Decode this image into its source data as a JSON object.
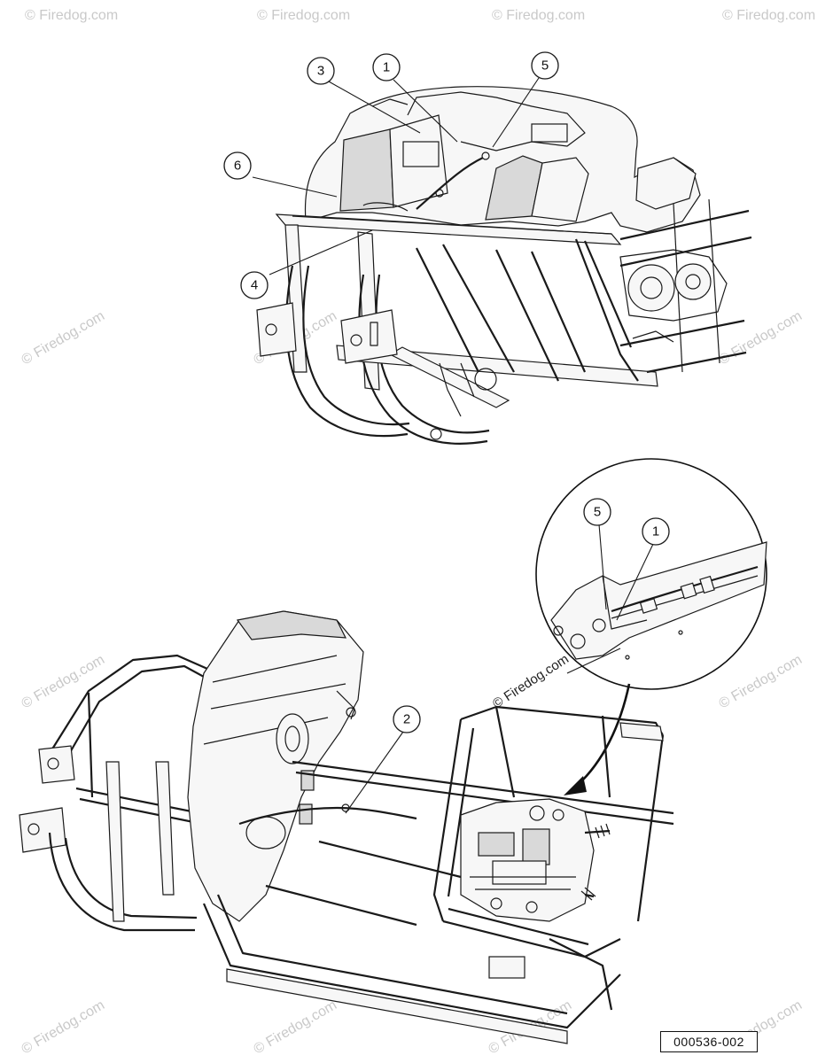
{
  "reference_number": "000536-002",
  "watermark": "© Firedog.com",
  "callouts_top": [
    "3",
    "1",
    "5",
    "6",
    "4"
  ],
  "callouts_bottom": [
    "2"
  ],
  "callouts_detail": [
    "5",
    "1"
  ]
}
